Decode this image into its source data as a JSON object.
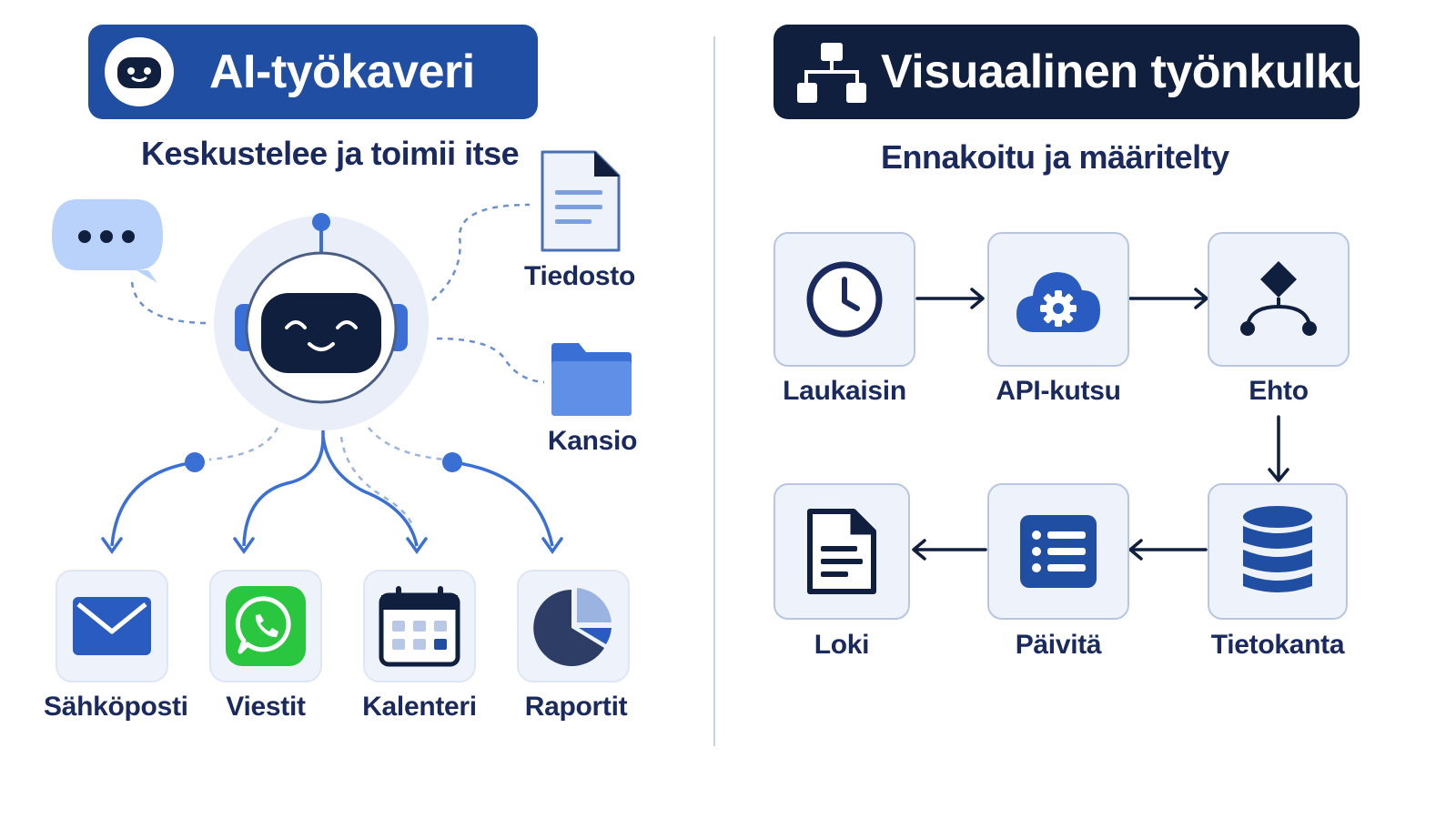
{
  "left": {
    "title": "AI-työkaveri",
    "subtitle": "Keskustelee ja toimii itse",
    "resources": [
      {
        "label": "Tiedosto",
        "icon": "document-icon"
      },
      {
        "label": "Kansio",
        "icon": "folder-icon"
      }
    ],
    "apps": [
      {
        "label": "Sähköposti",
        "icon": "email-icon"
      },
      {
        "label": "Viestit",
        "icon": "whatsapp-icon"
      },
      {
        "label": "Kalenteri",
        "icon": "calendar-icon"
      },
      {
        "label": "Raportit",
        "icon": "pie-chart-icon"
      }
    ]
  },
  "right": {
    "title": "Visuaalinen työnkulku",
    "subtitle": "Ennakoitu ja määritelty",
    "steps": [
      {
        "label": "Laukaisin",
        "icon": "clock-icon"
      },
      {
        "label": "API-kutsu",
        "icon": "cloud-gear-icon"
      },
      {
        "label": "Ehto",
        "icon": "branch-icon"
      },
      {
        "label": "Tietokanta",
        "icon": "database-icon"
      },
      {
        "label": "Päivitä",
        "icon": "list-icon"
      },
      {
        "label": "Loki",
        "icon": "document-icon"
      }
    ]
  },
  "colors": {
    "primary_blue": "#1f4ea3",
    "dark_navy": "#0f1f3d",
    "text": "#1a2a5e",
    "accent_blue": "#3a6fd6",
    "light_blue": "#b9d2fb",
    "tile_bg": "#eef2fb",
    "whatsapp_green": "#2bc63f"
  }
}
